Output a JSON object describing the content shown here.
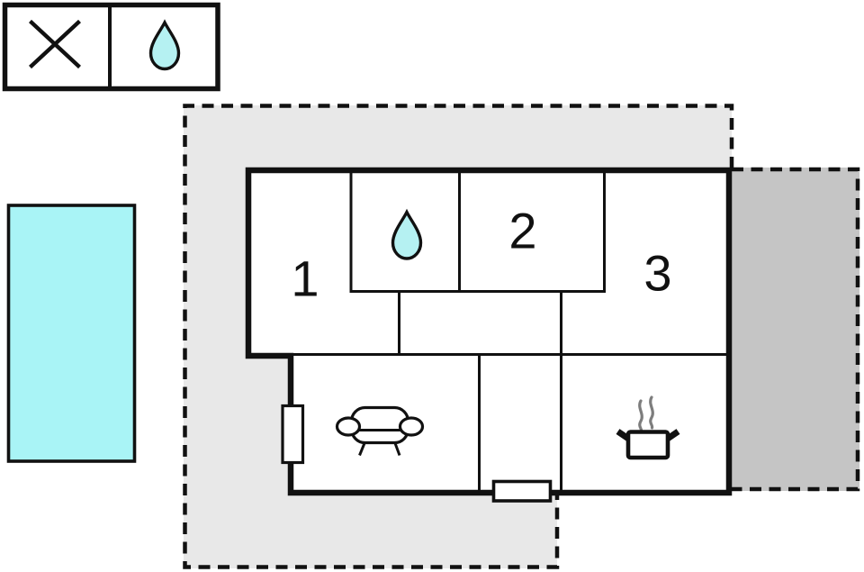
{
  "colors": {
    "pool": "#a9f4f6",
    "drop": "#b5f1f2",
    "plot": "#e8e8e8",
    "terrace": "#c5c5c5",
    "wall": "#111111",
    "steam": "#7d7d7d"
  },
  "legend": {
    "cells": [
      {
        "icon": "x-mark"
      },
      {
        "icon": "water-drop"
      }
    ]
  },
  "floorplan": {
    "rooms": [
      {
        "label": "1"
      },
      {
        "label": "2"
      },
      {
        "label": "3"
      }
    ],
    "features": [
      {
        "icon": "water-drop"
      },
      {
        "icon": "sofa"
      },
      {
        "icon": "cooking-pot"
      },
      {
        "icon": "window"
      },
      {
        "icon": "door"
      },
      {
        "icon": "pool"
      }
    ]
  }
}
